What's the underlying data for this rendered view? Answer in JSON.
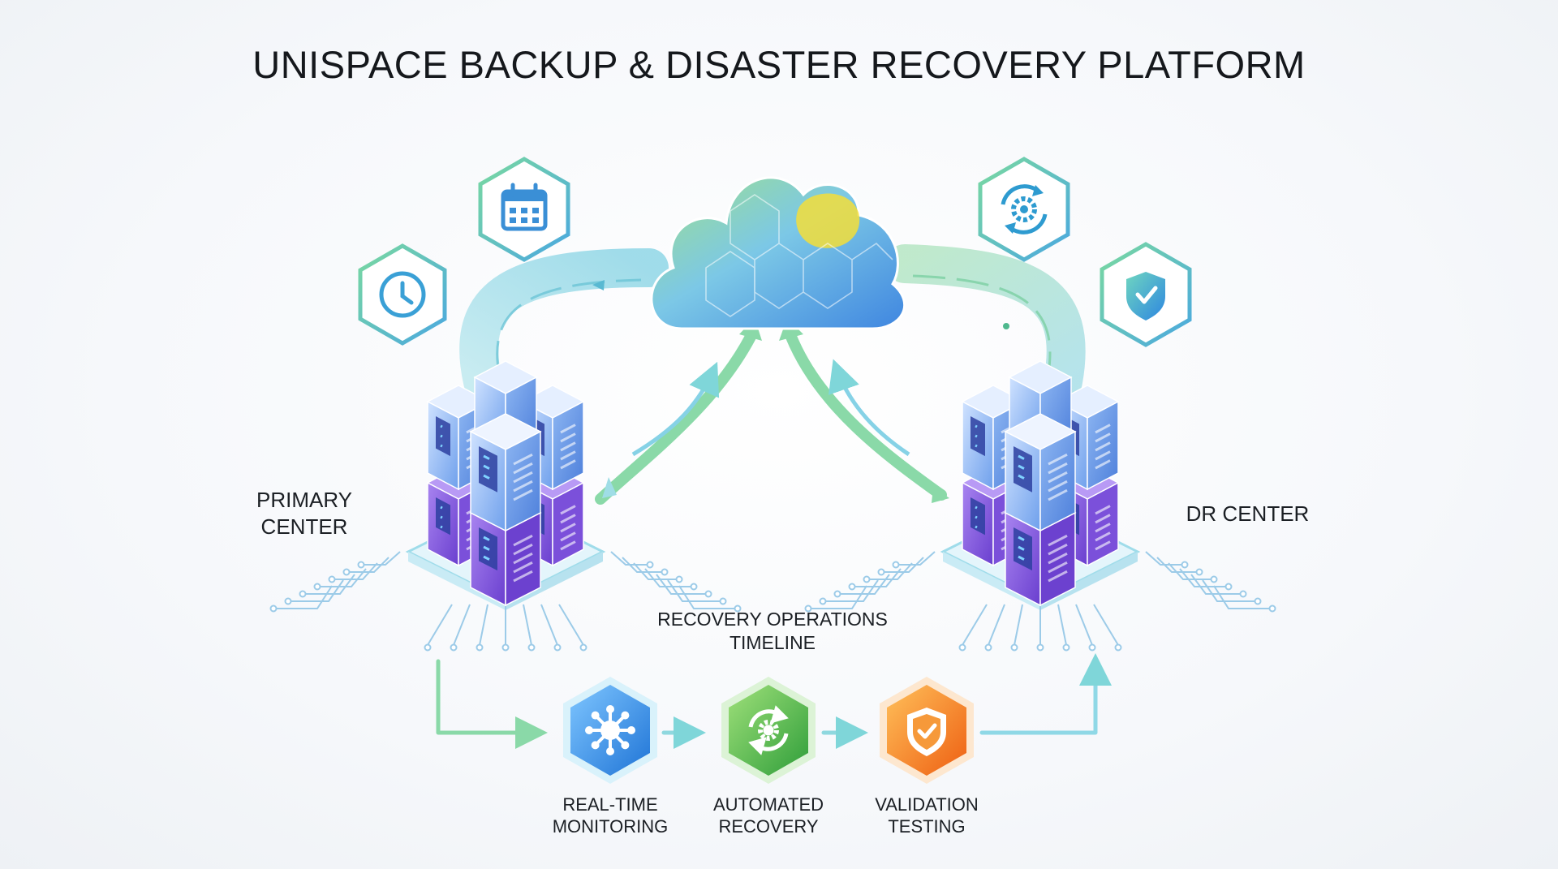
{
  "title": "UNISPACE BACKUP & DISASTER RECOVERY PLATFORM",
  "sites": {
    "primary": {
      "line1": "PRIMARY",
      "line2": "CENTER"
    },
    "dr": {
      "label": "DR CENTER"
    }
  },
  "timeline": {
    "heading_line1": "RECOVERY OPERATIONS",
    "heading_line2": "TIMELINE",
    "steps": [
      {
        "line1": "REAL-TIME",
        "line2": "MONITORING",
        "icon": "network-hub-icon",
        "color": "#2f8de4"
      },
      {
        "line1": "AUTOMATED",
        "line2": "RECOVERY",
        "icon": "gear-refresh-icon",
        "color": "#3cae3c"
      },
      {
        "line1": "VALIDATION",
        "line2": "TESTING",
        "icon": "shield-check-icon",
        "color": "#f07a1a"
      }
    ]
  },
  "feature_icons": [
    "clock-icon",
    "calendar-icon",
    "gear-sync-icon",
    "shield-check-icon"
  ],
  "colors": {
    "teal": "#5fc9c6",
    "green": "#6fd48a",
    "blue": "#4a8fe0",
    "purple": "#7a4fd6",
    "orange": "#f07a1a"
  }
}
